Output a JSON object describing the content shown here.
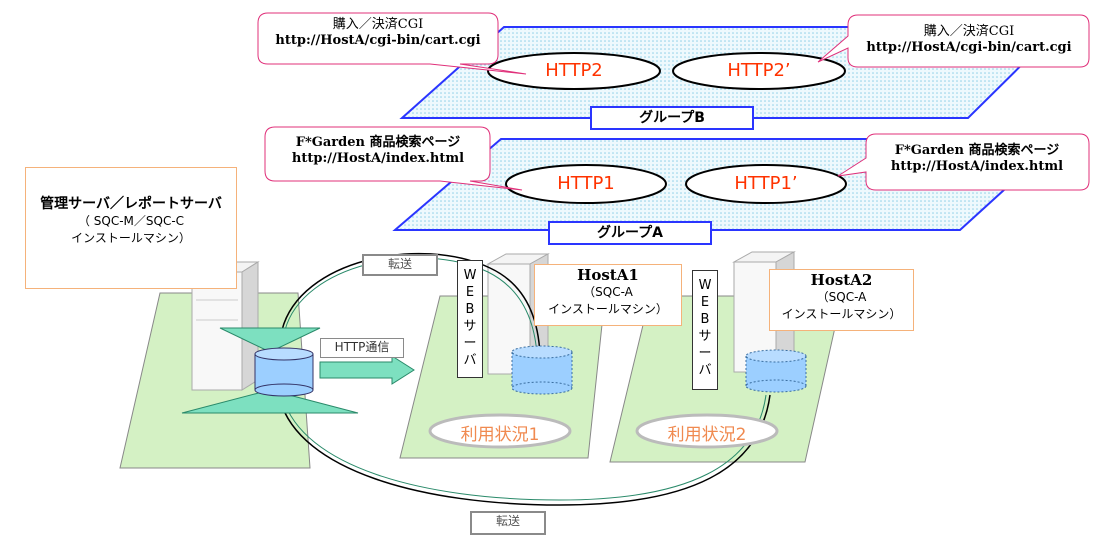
{
  "group_b": {
    "label": "グループB",
    "http_left": "HTTP2",
    "http_right": "HTTP2’",
    "callout_left": {
      "line1": "購入／決済CGI",
      "line2": "http://HostA/cgi-bin/cart.cgi"
    },
    "callout_right": {
      "line1": "購入／決済CGI",
      "line2": "http://HostA/cgi-bin/cart.cgi"
    }
  },
  "group_a": {
    "label": "グループA",
    "http_left": "HTTP1",
    "http_right": "HTTP1’",
    "callout_left": {
      "line1": "F*Garden 商品検索ページ",
      "line2": "http://HostA/index.html"
    },
    "callout_right": {
      "line1": "F*Garden 商品検索ページ",
      "line2": "http://HostA/index.html"
    }
  },
  "manager": {
    "title": "管理サーバ／レポートサーバ",
    "line2": "（ SQC-M／SQC-C",
    "line3": "インストールマシン）"
  },
  "host_a1": {
    "title": "HostA1",
    "line2": "（SQC-A",
    "line3": "インストールマシン）"
  },
  "host_a2": {
    "title": "HostA2",
    "line2": "（SQC-A",
    "line3": "インストールマシン）"
  },
  "web_server": [
    "W",
    "E",
    "B",
    "サ",
    "ー",
    "バ"
  ],
  "usage1": "利用状況1",
  "usage2": "利用状況2",
  "transfer_top": "転送",
  "transfer_bottom": "転送",
  "http_comm": "HTTP通信",
  "colors": {
    "plane_fill": "#e6f6fb",
    "plane_border": "#2a35ff",
    "green": "#d4f1c4",
    "cyl": "#9ccfff",
    "http_red": "#ff3300",
    "usage_orange": "#f08a50",
    "callout_border": "#e0307a"
  }
}
